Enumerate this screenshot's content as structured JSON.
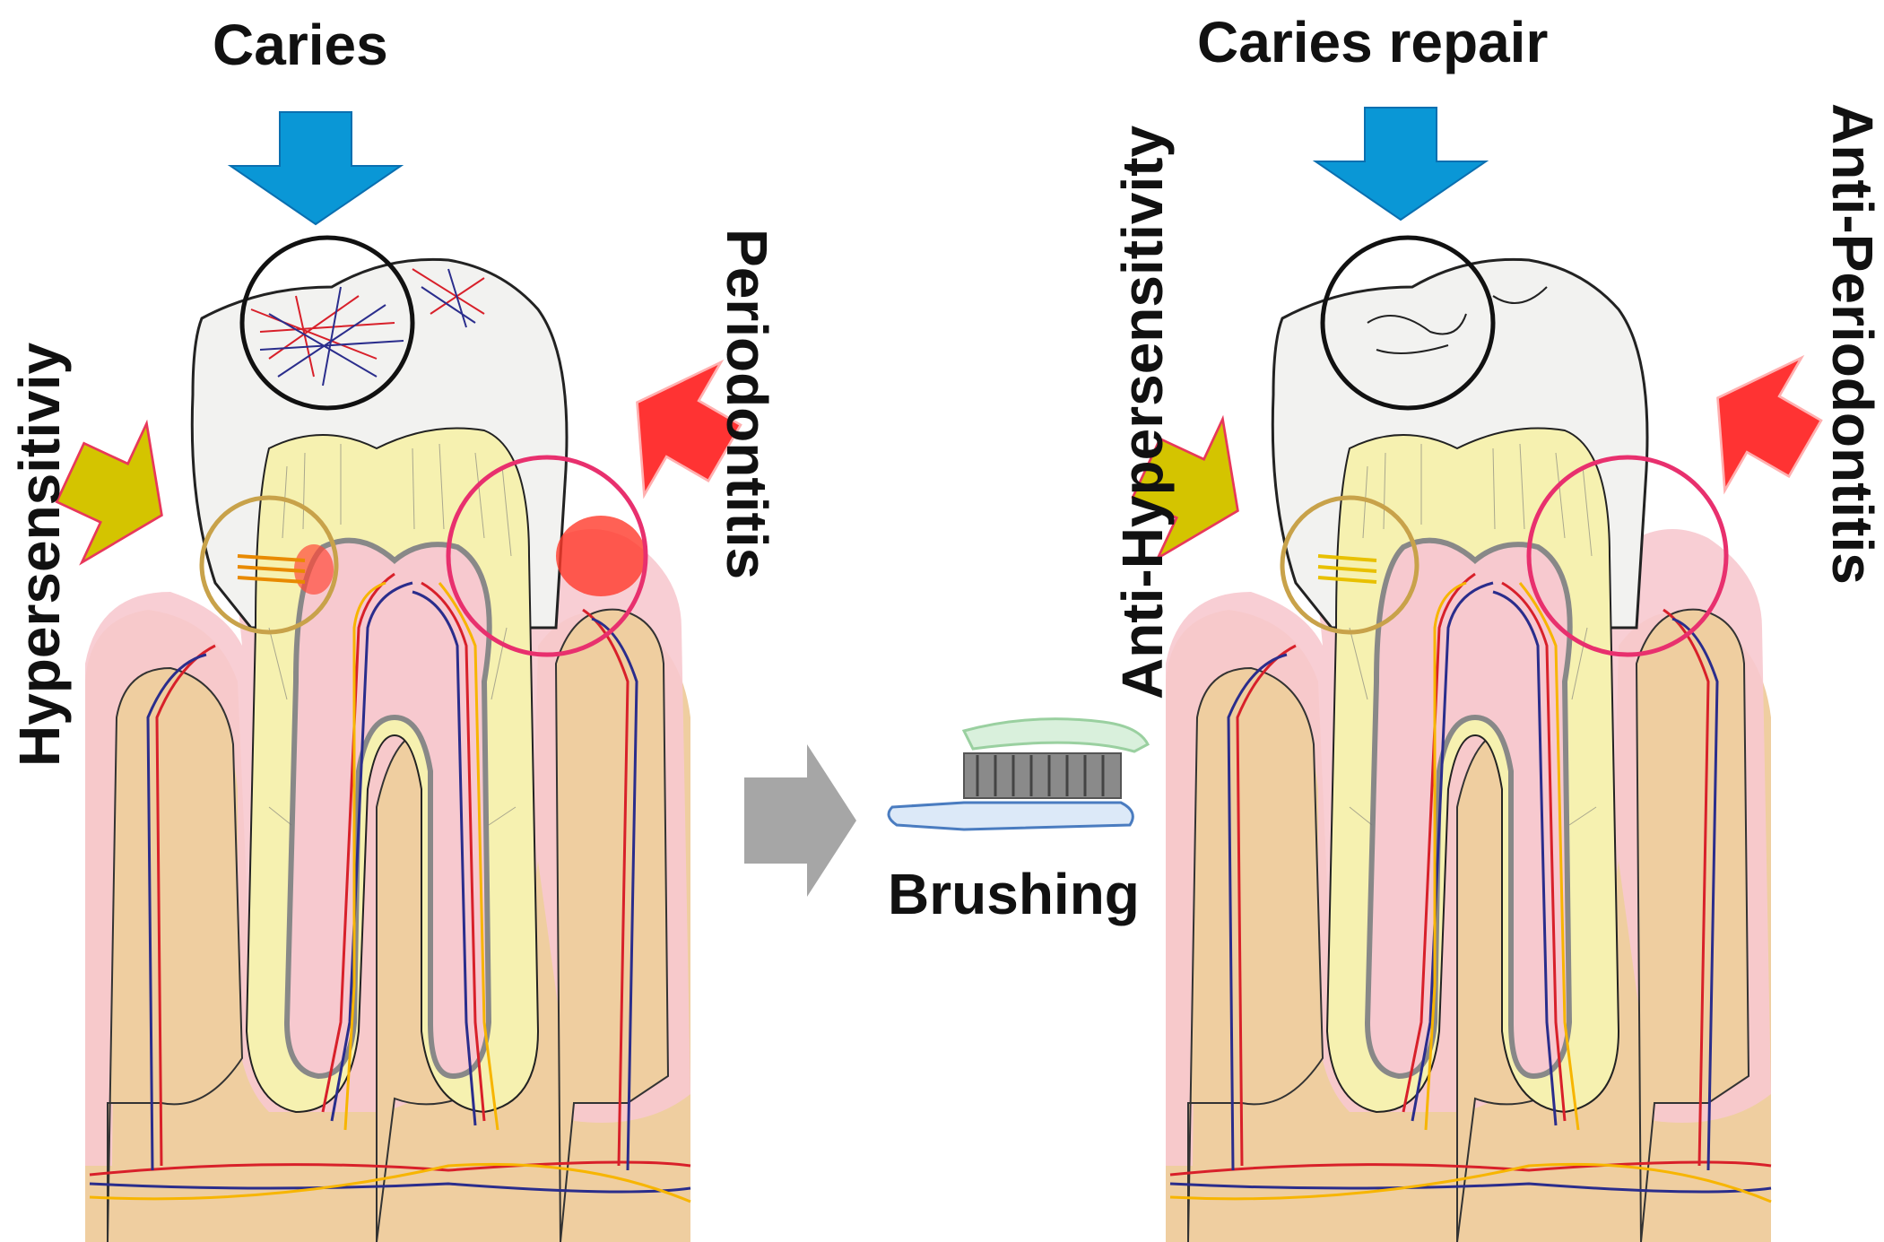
{
  "left_panel": {
    "top_label": "Caries",
    "left_label": "Hypersensitiviy",
    "right_label": "Periodontitis"
  },
  "middle": {
    "action_label": "Brushing"
  },
  "right_panel": {
    "top_label": "Caries repair",
    "left_label": "Anti-Hypersensitivity",
    "right_label": "Anti-Periodontitis"
  },
  "colors": {
    "caries_arrow": "#0a97d6",
    "hypersensitivity_arrow": "#d4c400",
    "periodontitis_arrow": "#ff3333",
    "arrow_outline": "#e8385a",
    "transition_arrow": "#a6a6a6",
    "enamel": "#f2f2f0",
    "dentin": "#f6f1b0",
    "pulp_gum": "#f7c9cf",
    "bone": "#efcea0",
    "artery": "#d8202a",
    "vein": "#2a2d8c",
    "nerve": "#f7b500",
    "caries_circle": "#111111",
    "hyper_circle": "#c8a24a",
    "perio_circle": "#e8306e"
  },
  "icons": [
    "arrow-down-icon",
    "arrow-right-icon",
    "toothbrush-icon"
  ]
}
